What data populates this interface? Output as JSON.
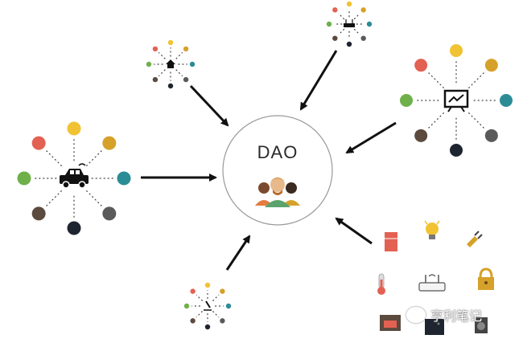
{
  "center": {
    "label": "DAO"
  },
  "watermark": {
    "text": "亨利笔记"
  },
  "colors": {
    "red": "#e36152",
    "yellow": "#f1c232",
    "olive": "#d6a12a",
    "green": "#6fb04a",
    "teal": "#2c8c96",
    "brown": "#5c4a3e",
    "navy": "#1f2530",
    "gray": "#5a5a5a",
    "arrow": "#111111"
  },
  "hubs": [
    {
      "name": "car-hub",
      "icon": "car-icon"
    },
    {
      "name": "house-hub",
      "icon": "house-icon"
    },
    {
      "name": "router-hub",
      "icon": "router-icon"
    },
    {
      "name": "monitor-hub",
      "icon": "monitor-chart-icon"
    },
    {
      "name": "microscope-hub",
      "icon": "microscope-icon"
    },
    {
      "name": "smarthome-hub",
      "icon": "router-icon"
    }
  ],
  "devices": [
    "fridge-icon",
    "lightbulb-icon",
    "plug-icon",
    "thermometer-icon",
    "padlock-icon",
    "garage-icon",
    "tv-icon",
    "washing-machine-icon"
  ]
}
